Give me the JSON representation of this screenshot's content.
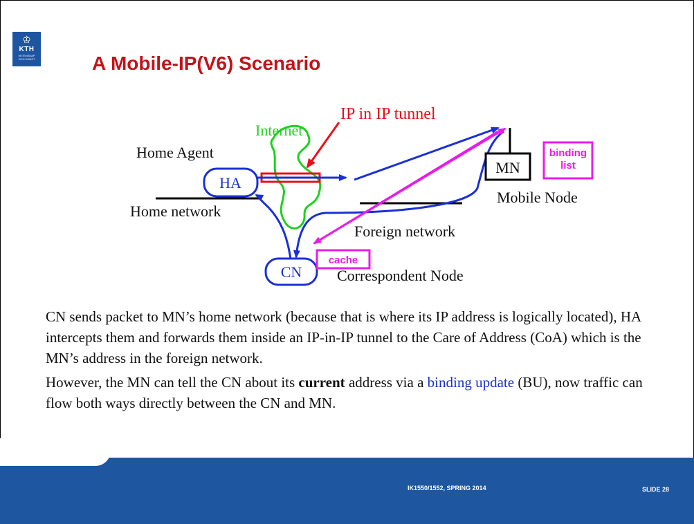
{
  "logo": {
    "crown": "♔",
    "name": "KTH",
    "subtitle_line1": "VETENSKAP",
    "subtitle_line2": "OCH KONST"
  },
  "slide_title": "A Mobile-IP(V6) Scenario",
  "diagram": {
    "ip_tunnel_label": "IP in IP tunnel",
    "internet_label": "Internet",
    "home_agent_label": "Home Agent",
    "ha_node": "HA",
    "home_network_label": "Home network",
    "mn_node": "MN",
    "mobile_node_label": "Mobile Node",
    "binding_list_line1": "binding",
    "binding_list_line2": "list",
    "foreign_network_label": "Foreign network",
    "cn_node": "CN",
    "cache_label": "cache",
    "correspondent_node_label": "Correspondent Node",
    "colors": {
      "tunnel": "#e8101a",
      "internet": "#1fcf1f",
      "arrow": "#1a2fd8",
      "binding": "#e81ce8",
      "node": "#1a2fd8"
    }
  },
  "body": {
    "p1": "CN sends packet to MN’s home network (because that is where its IP address is logically located), HA intercepts them and forwards them inside an IP-in-IP tunnel to the Care of Address (CoA) which is the MN’s address in the foreign network.",
    "p2_before": "However, the MN can tell the CN about its ",
    "p2_bold": "current",
    "p2_middle": " address via a ",
    "p2_link": "binding update",
    "p2_after": " (BU), now traffic can flow both ways directly between the CN and MN."
  },
  "footer": {
    "course": "IK1550/1552, SPRING 2014",
    "slide": "SLIDE 28"
  }
}
